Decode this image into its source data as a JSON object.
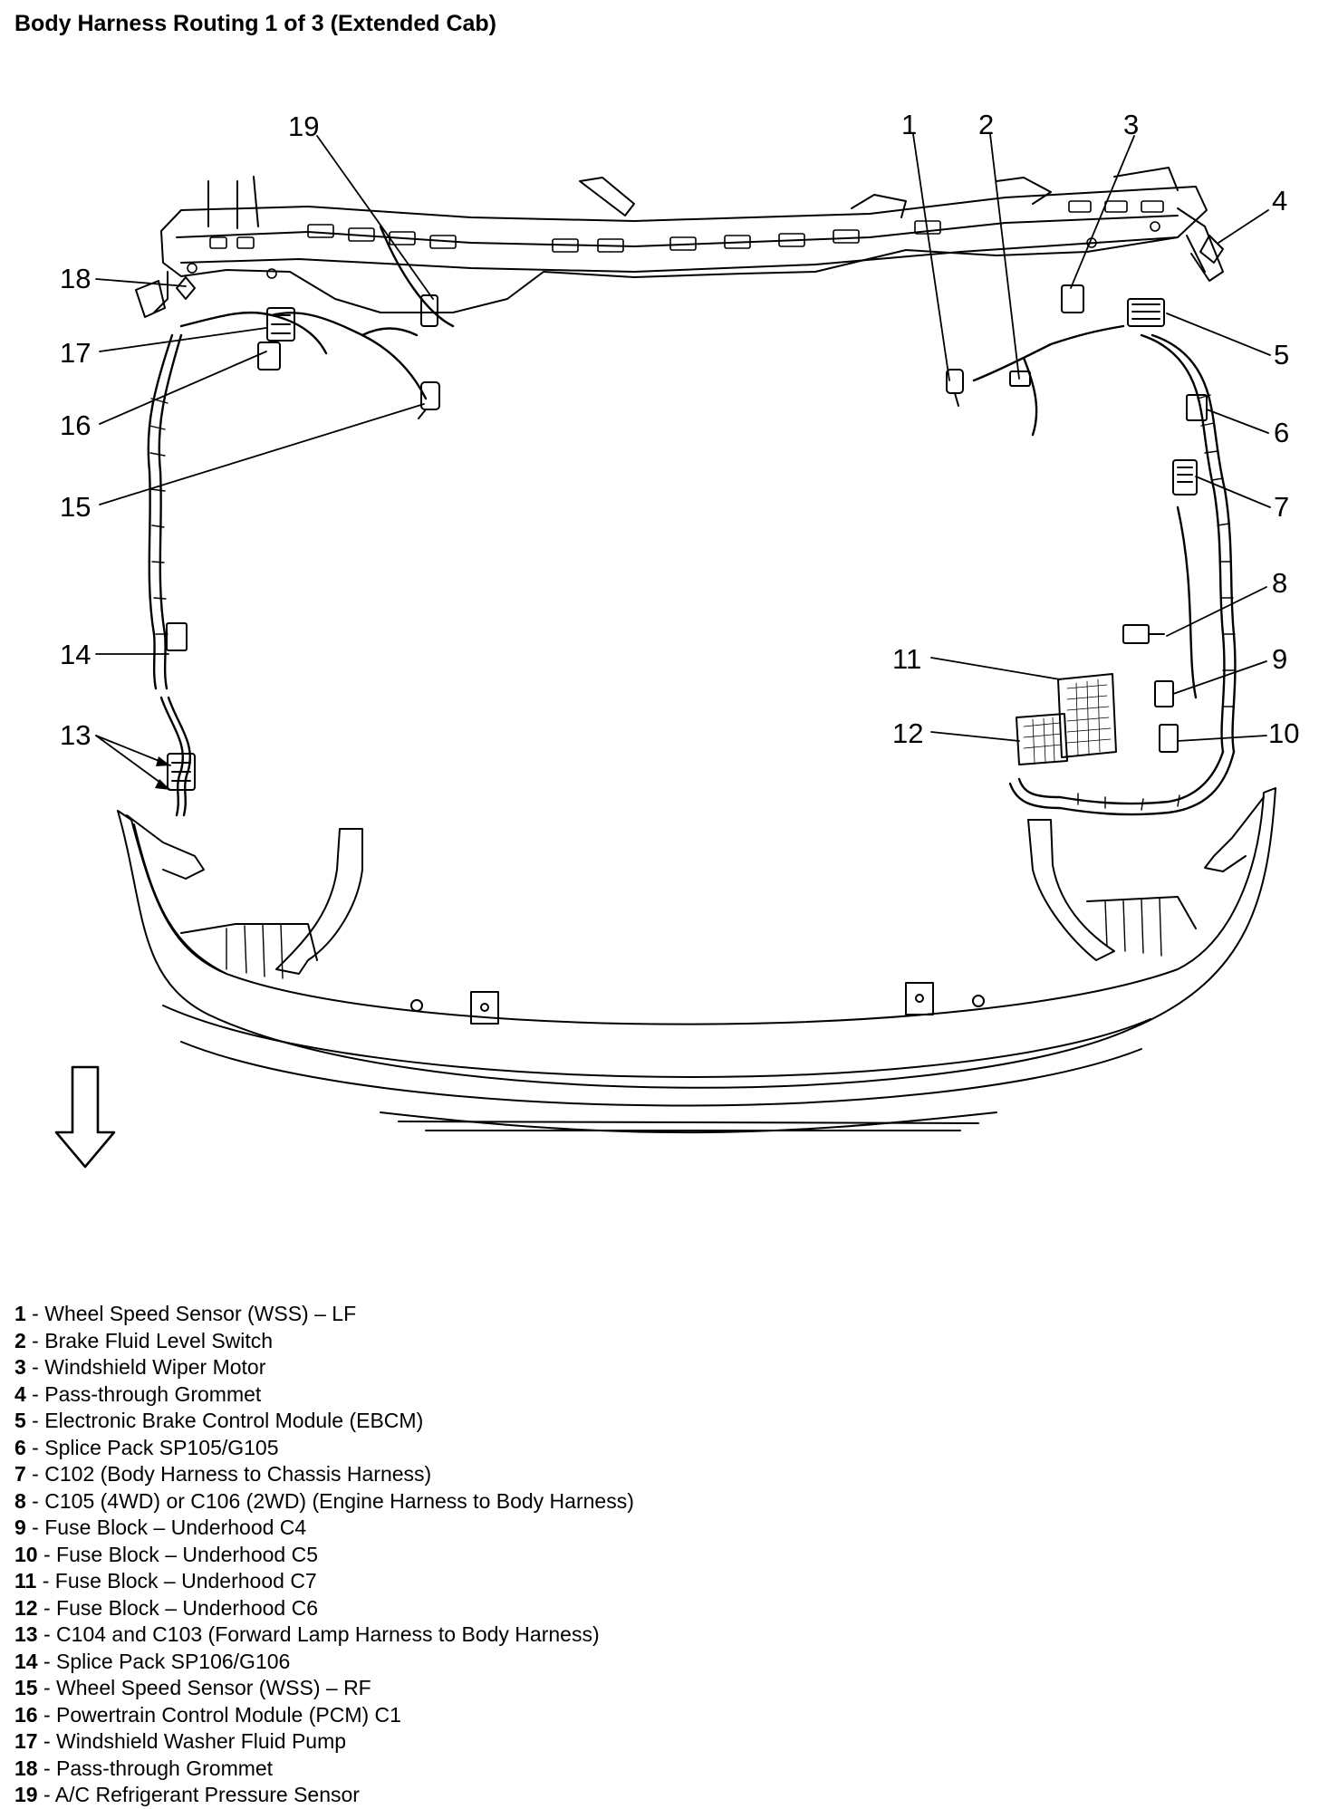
{
  "title": "Body Harness Routing 1 of 3 (Extended Cab)",
  "callouts": [
    "1",
    "2",
    "3",
    "4",
    "5",
    "6",
    "7",
    "8",
    "9",
    "10",
    "11",
    "12",
    "13",
    "14",
    "15",
    "16",
    "17",
    "18",
    "19"
  ],
  "legend": [
    {
      "num": "1",
      "sep": " - ",
      "text": "Wheel Speed Sensor (WSS) – LF"
    },
    {
      "num": "2",
      "sep": " - ",
      "text": "Brake Fluid Level Switch"
    },
    {
      "num": "3",
      "sep": " - ",
      "text": "Windshield Wiper Motor"
    },
    {
      "num": "4",
      "sep": " - ",
      "text": "Pass-through Grommet"
    },
    {
      "num": "5",
      "sep": " - ",
      "text": "Electronic Brake Control Module (EBCM)"
    },
    {
      "num": "6",
      "sep": " - ",
      "text": "Splice Pack SP105/G105"
    },
    {
      "num": "7",
      "sep": " - ",
      "text": "C102 (Body Harness to Chassis Harness)"
    },
    {
      "num": "8",
      "sep": " - ",
      "text": "C105 (4WD) or C106 (2WD) (Engine Harness to Body Harness)"
    },
    {
      "num": "9",
      "sep": " - ",
      "text": "Fuse Block – Underhood C4"
    },
    {
      "num": "10",
      "sep": " - ",
      "text": "Fuse Block – Underhood C5"
    },
    {
      "num": "11",
      "sep": " - ",
      "text": "Fuse Block – Underhood C7"
    },
    {
      "num": "12",
      "sep": " - ",
      "text": "Fuse Block – Underhood C6"
    },
    {
      "num": "13",
      "sep": " - ",
      "text": "C104 and C103 (Forward Lamp Harness to Body Harness)"
    },
    {
      "num": "14",
      "sep": " - ",
      "text": "Splice Pack SP106/G106"
    },
    {
      "num": "15",
      "sep": " - ",
      "text": "Wheel Speed Sensor (WSS) – RF"
    },
    {
      "num": "16",
      "sep": " - ",
      "text": "Powertrain Control Module (PCM) C1"
    },
    {
      "num": "17",
      "sep": " - ",
      "text": "Windshield Washer Fluid Pump"
    },
    {
      "num": "18",
      "sep": " - ",
      "text": "Pass-through Grommet"
    },
    {
      "num": "19",
      "sep": " - ",
      "text": "A/C Refrigerant Pressure Sensor"
    }
  ],
  "icons": {
    "direction": "forward-arrow-icon"
  }
}
